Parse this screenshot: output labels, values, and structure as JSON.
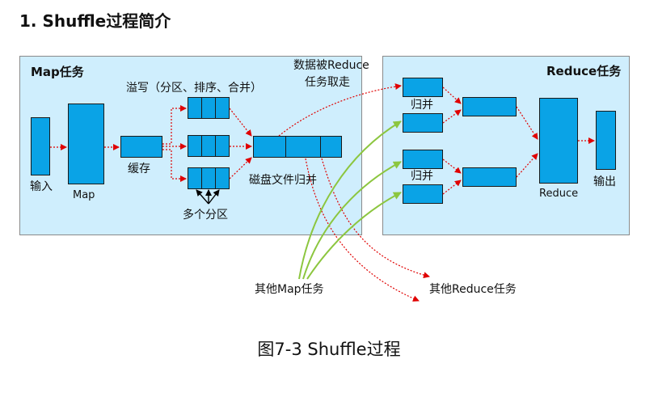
{
  "title": "1. Shuffle过程简介",
  "caption": "图7-3 Shuffle过程",
  "map_panel": {
    "title": "Map任务",
    "input_label": "输入",
    "map_label": "Map",
    "buffer_label": "缓存",
    "spill_label": "溢写（分区、排序、合并）",
    "partitions_label": "多个分区",
    "merge_label": "磁盘文件归并"
  },
  "reduce_panel": {
    "title": "Reduce任务",
    "fetch_label_line1": "数据被Reduce",
    "fetch_label_line2": "任务取走",
    "merge_label_1": "归并",
    "merge_label_2": "归并",
    "reduce_label": "Reduce",
    "output_label": "输出"
  },
  "other_map_label": "其他Map任务",
  "other_reduce_label": "其他Reduce任务",
  "colors": {
    "panel_fill": "#cfeefd",
    "block_fill": "#0aa3e6",
    "red_arrow": "#e00000",
    "green_arrow": "#8cc63f"
  }
}
